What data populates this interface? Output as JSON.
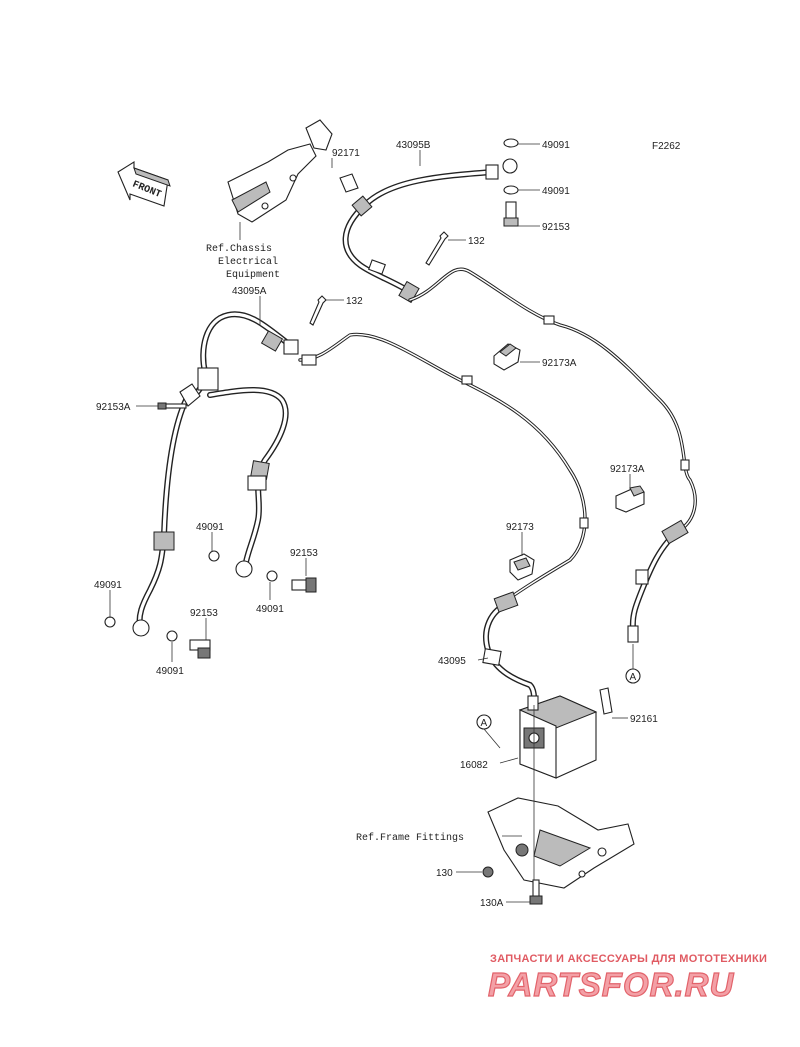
{
  "diagram": {
    "figure_code": "F2262",
    "front_label": "FRONT",
    "callouts": {
      "p43095B": "43095B",
      "p49091_top1": "49091",
      "p49091_top2": "49091",
      "p92153_top": "92153",
      "p92171": "92171",
      "p132_top": "132",
      "p43095A": "43095A",
      "p132_mid": "132",
      "p92173A_1": "92173A",
      "p92153A": "92153A",
      "p92173A_2": "92173A",
      "p49091_l1": "49091",
      "p92153_l1": "92153",
      "p49091_l2": "49091",
      "p49091_l3": "49091",
      "p92153_l2": "92153",
      "p49091_l4": "49091",
      "p92173": "92173",
      "p43095": "43095",
      "p92161": "92161",
      "p16082": "16082",
      "p130": "130",
      "p130A": "130A",
      "ref_a1": "A",
      "ref_a2": "A"
    },
    "references": {
      "chassis_line1": "Ref.Chassis",
      "chassis_line2": "Electrical",
      "chassis_line3": "Equipment",
      "frame": "Ref.Frame Fittings"
    }
  },
  "watermark": {
    "tagline": "ЗАПЧАСТИ И АКСЕССУАРЫ ДЛЯ МОТОТЕХНИКИ",
    "brand": "PARTSFOR.RU"
  }
}
